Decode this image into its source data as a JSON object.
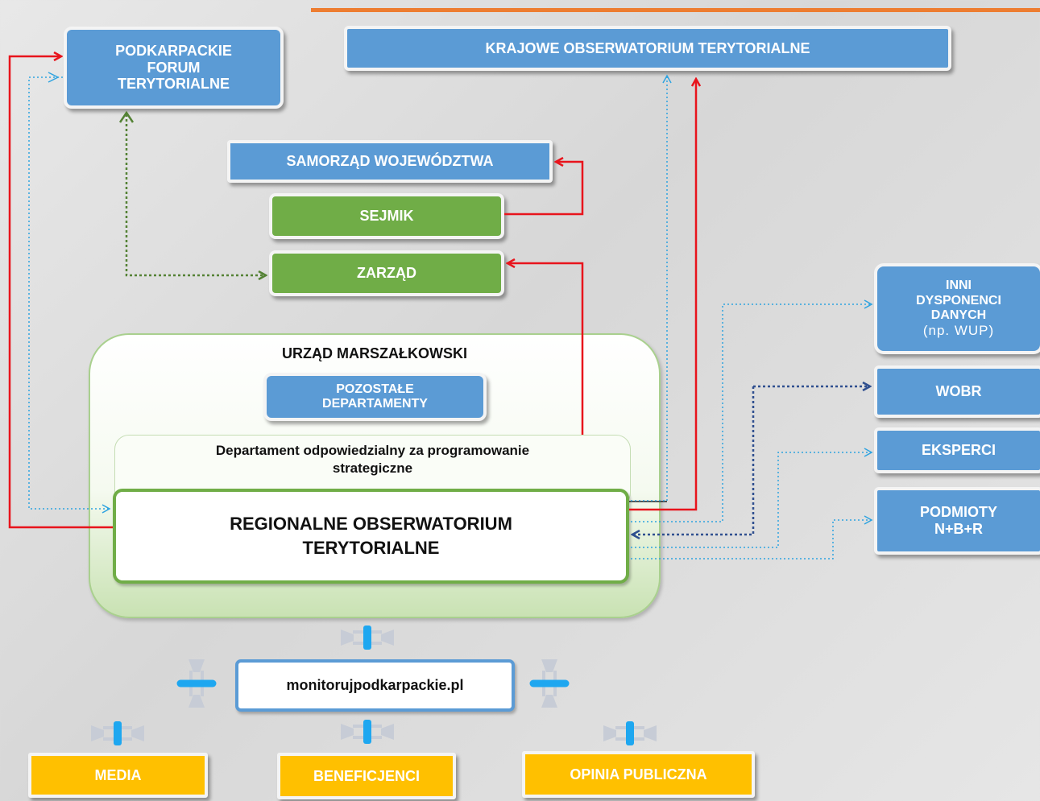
{
  "nodes": {
    "pft": [
      "PODKARPACKIE",
      "FORUM",
      "TERYTORIALNE"
    ],
    "kot": "KRAJOWE OBSERWATORIUM TERYTORIALNE",
    "samorzad": "SAMORZĄD WOJEWÓDZTWA",
    "sejmik": "SEJMIK",
    "zarzad": "ZARZĄD",
    "urzad": "URZĄD MARSZAŁKOWSKI",
    "pozostale": [
      "POZOSTAŁE",
      "DEPARTAMENTY"
    ],
    "departament": [
      "Departament odpowiedzialny za programowanie",
      "strategiczne"
    ],
    "rot": [
      "REGIONALNE OBSERWATORIUM",
      "TERYTORIALNE"
    ],
    "inni": [
      "INNI",
      "DYSPONENCI",
      "DANYCH"
    ],
    "inni_note": "(np. WUP)",
    "wobr": "WOBR",
    "eksperci": "EKSPERCI",
    "podmioty": [
      "PODMIOTY",
      "N+B+R"
    ],
    "portal": "monitorujpodkarpackie.pl",
    "media": "MEDIA",
    "beneficjenci": "BENEFICJENCI",
    "opinia": "OPINIA PUBLICZNA"
  },
  "colors": {
    "blue": "#5b9bd5",
    "green": "#70ad47",
    "yellow": "#ffc000",
    "red_arrow": "#e8141c",
    "green_arrow": "#548235",
    "cyan_arrow": "#2ea3e0",
    "navy_arrow": "#2f4f8f",
    "accent_line": "#ed7d31"
  }
}
